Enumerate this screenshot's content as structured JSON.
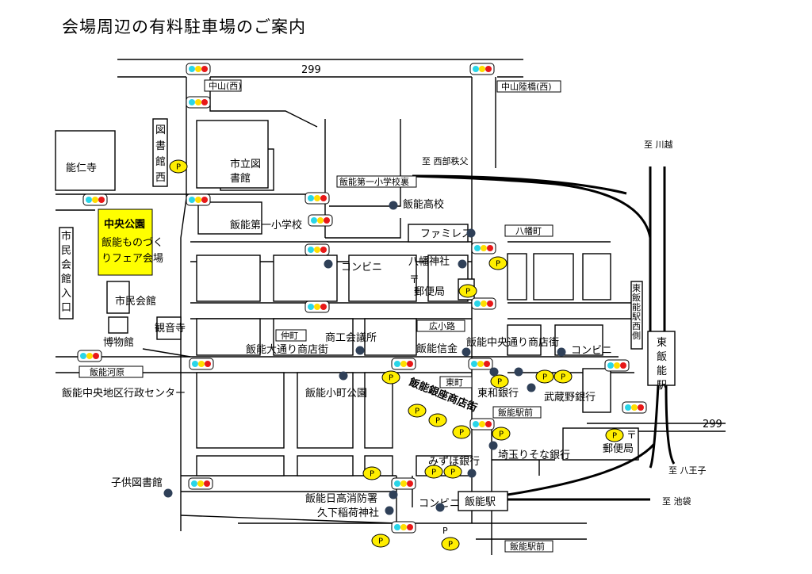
{
  "title": "会場周辺の有料駐車場のご案内",
  "route_numbers": [
    "299",
    "299"
  ],
  "intersections": [
    "中山(西)",
    "中山陸橋(西)",
    "飯能第一小学校裏",
    "八幡町",
    "仲町",
    "広小路",
    "東町",
    "飯能駅前",
    "飯能河原",
    "飯能駅前"
  ],
  "places": {
    "nouninji": "能仁寺",
    "library_west": "図書館西",
    "city_library": "市立図\n書館",
    "chuo_park": "中央公園",
    "monozukuri": "飯能ものづく\nりフェア会場",
    "civic_hall": "市民会館",
    "museum": "博物館",
    "kannonji": "観音寺",
    "civic_hall_entrance": "市民会館入口",
    "daiichi_school": "飯能第一小学校",
    "hanno_high": "飯能高校",
    "familymart": "ファミレス",
    "hachiman_shrine": "八幡神社",
    "post_office_1": "〒",
    "post_office_1_label": "郵便局",
    "convenience_1": "コンビニ",
    "shokokaigisho": "商工会議所",
    "odori_shotengai": "飯能大通り商店街",
    "hanno_shinkin": "飯能信金",
    "chuo_dori_shotengai": "飯能中央通り商店街",
    "convenience_2": "コンビニ",
    "komachi_park": "飯能小町公園",
    "ginza_shotengai": "飯能銀座商店街",
    "towa_bank": "東和銀行",
    "musashino_bank": "武蔵野銀行",
    "gyosei_center": "飯能中央地区行政センター",
    "saitama_resona": "埼玉りそな銀行",
    "post_office_2": "〒",
    "post_office_2_label": "郵便局",
    "mizuho": "みずほ銀行",
    "kodomo_library": "子供図書館",
    "fire_station": "飯能日高消防署",
    "kusaka_shrine": "久下稲荷神社",
    "convenience_3": "コンビニ",
    "hanno_station": "飯能駅",
    "higashi_hanno": "東飯能駅",
    "higashi_hanno_west": "東飯能駅西側"
  },
  "directions": {
    "kawagoe": "至 川越",
    "seibu_chichibu": "至 西部秩父",
    "hachioji": "至 八王子",
    "ikebukuro": "至 池袋"
  },
  "parking_label": "P",
  "p_small": "P",
  "colors": {
    "venue_highlight": "#ffff00",
    "parking": "#ffee00",
    "landmark_dot": "#2f4058",
    "signal_green": "#29d5e8",
    "signal_yellow": "#ffdd00",
    "signal_red": "#e81818"
  },
  "icons": {
    "traffic_light": "traffic-light-icon",
    "parking": "parking-icon",
    "landmark": "landmark-dot-icon"
  }
}
